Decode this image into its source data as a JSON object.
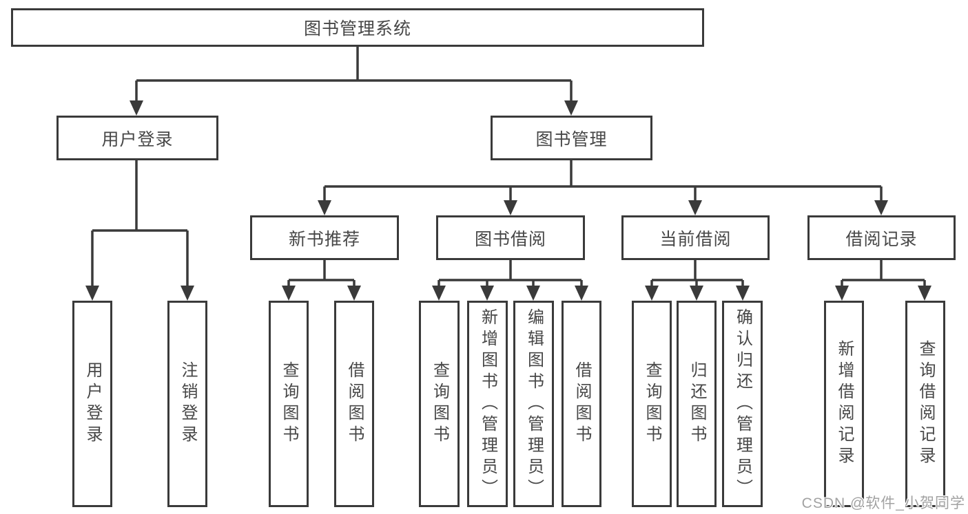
{
  "tree": {
    "label": "图书管理系统",
    "children": [
      {
        "label": "用户登录",
        "children": [
          {
            "label": "用户登录"
          },
          {
            "label": "注销登录"
          }
        ]
      },
      {
        "label": "图书管理",
        "children": [
          {
            "label": "新书推荐",
            "children": [
              {
                "label": "查询图书"
              },
              {
                "label": "借阅图书"
              }
            ]
          },
          {
            "label": "图书借阅",
            "children": [
              {
                "label": "查询图书"
              },
              {
                "label": "新增图书（管理员）"
              },
              {
                "label": "编辑图书（管理员）"
              },
              {
                "label": "借阅图书"
              }
            ]
          },
          {
            "label": "当前借阅",
            "children": [
              {
                "label": "查询图书"
              },
              {
                "label": "归还图书"
              },
              {
                "label": "确认归还（管理员）"
              }
            ]
          },
          {
            "label": "借阅记录",
            "children": [
              {
                "label": "新增借阅记录"
              },
              {
                "label": "查询借阅记录"
              }
            ]
          }
        ]
      }
    ]
  },
  "watermark": {
    "text": "CSDN @软件_小贺同学"
  },
  "colors": {
    "line": "#3a3a3a",
    "text": "#474747",
    "watermark": "#a2a2a2"
  }
}
